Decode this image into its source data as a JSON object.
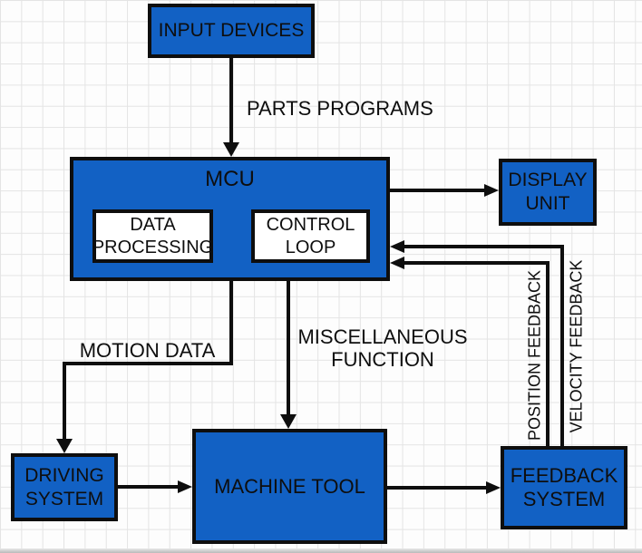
{
  "diagram": {
    "description": "CNC machine control system block diagram on grid paper",
    "colors": {
      "node_fill": "#1261c4",
      "node_border": "#0e0e0e",
      "line": "#0e0e0e",
      "text": "#0e0e0e",
      "background": "#fdfdfd",
      "grid_line": "#e4e4e4"
    },
    "nodes": {
      "input_devices": {
        "label": "INPUT DEVICES"
      },
      "mcu": {
        "label": "MCU"
      },
      "data_processing": {
        "label": "DATA PROCESSING"
      },
      "control_loop": {
        "label": "CONTROL LOOP"
      },
      "display_unit": {
        "label": "DISPLAY UNIT"
      },
      "driving_system": {
        "label": "DRIVING SYSTEM"
      },
      "machine_tool": {
        "label": "MACHINE TOOL"
      },
      "feedback_system": {
        "label": "FEEDBACK SYSTEM"
      }
    },
    "edges": [
      {
        "from": "input_devices",
        "to": "mcu",
        "label": "PARTS PROGRAMS"
      },
      {
        "from": "mcu",
        "to": "display_unit",
        "label": ""
      },
      {
        "from": "mcu",
        "to": "driving_system",
        "label": "MOTION DATA"
      },
      {
        "from": "mcu",
        "to": "machine_tool",
        "label": "MISCELLANEOUS FUNCTION"
      },
      {
        "from": "driving_system",
        "to": "machine_tool",
        "label": ""
      },
      {
        "from": "machine_tool",
        "to": "feedback_system",
        "label": ""
      },
      {
        "from": "feedback_system",
        "to": "mcu",
        "label": "POSITION FEEDBACK"
      },
      {
        "from": "feedback_system",
        "to": "mcu",
        "label": "VELOCITY FEEDBACK"
      }
    ]
  }
}
